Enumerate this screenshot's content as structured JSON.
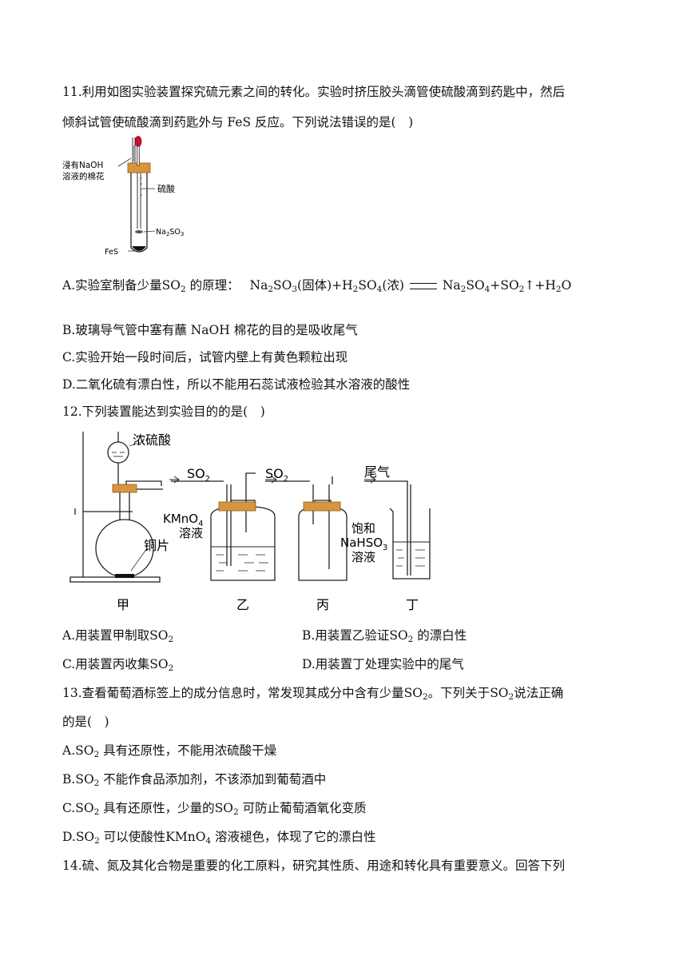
{
  "q11": {
    "stem_l1": "11.利用如图实验装置探究硫元素之间的转化。实验时挤压胶头滴管使硫酸滴到药匙中，然后",
    "stem_l2": "倾斜试管使硫酸滴到药匙外与 FeS 反应。下列说法错误的是(　)",
    "fig": {
      "label_cotton_1": "浸有NaOH",
      "label_cotton_2": "溶液的棉花",
      "label_acid": "硫酸",
      "label_na2so3_main": "Na",
      "label_na2so3_s1": "2",
      "label_na2so3_mid": "SO",
      "label_na2so3_s2": "3",
      "label_fes": "FeS"
    },
    "optA_prefix": "A.实验室制备少量",
    "optA_so": "SO",
    "optA_so_sub": "2",
    "optA_mid": " 的原理：",
    "eq": {
      "na": "Na",
      "s2": "2",
      "so3": "SO",
      "s3": "3",
      "solid": "(固体)+H",
      "h2": "2",
      "so4": "SO",
      "s4": "4",
      "conc": "(浓)",
      "p1": "Na",
      "p1s": "2",
      "p2": "SO",
      "p2s": "4",
      "p3": "+SO",
      "p3s": "2",
      "arrow": "↑",
      "p4": "+H",
      "p4s": "2",
      "p5": "O"
    },
    "optB": "B.玻璃导气管中塞有蘸 NaOH 棉花的目的是吸收尾气",
    "optC": "C.实验开始一段时间后，试管内壁上有黄色颗粒出现",
    "optD": "D.二氧化硫有漂白性，所以不能用石蕊试液检验其水溶液的酸性"
  },
  "q12": {
    "stem": "12.下列装置能达到实验目的的是(　)",
    "fig": {
      "label_conc_acid": "浓硫酸",
      "label_copper": "铜片",
      "label_so2_a": "SO",
      "label_so2_a_sub": "2",
      "label_so2_b": "SO",
      "label_so2_b_sub": "2",
      "label_tail": "尾气",
      "label_kmno4": "KMnO",
      "label_kmno4_sub": "4",
      "label_solution_1": "溶液",
      "label_sat": "饱和",
      "label_nahso3": "NaHSO",
      "label_nahso3_sub": "3",
      "label_solution_2": "溶液",
      "cap_jia": "甲",
      "cap_yi": "乙",
      "cap_bing": "丙",
      "cap_ding": "丁"
    },
    "optA": "A.用装置甲制取",
    "optA_so": "SO",
    "optA_sub": "2",
    "optB": "B.用装置乙验证",
    "optB_so": "SO",
    "optB_sub": "2",
    "optB_tail": " 的漂白性",
    "optC": "C.用装置丙收集",
    "optC_so": "SO",
    "optC_sub": "2",
    "optD": "D.用装置丁处理实验中的尾气"
  },
  "q13": {
    "stem_l1a": "13.查看葡萄酒标签上的成分信息时，常发现其成分中含有少量",
    "stem_so": "SO",
    "stem_sub": "2",
    "stem_l1b": "。下列关于",
    "stem_so2": "SO",
    "stem_sub2": "2",
    "stem_l1c": "说法正确",
    "stem_l2": "的是(　)",
    "optA_p": "A.",
    "optA_so": "SO",
    "optA_sub": "2",
    "optA_t": " 具有还原性，不能用浓硫酸干燥",
    "optB_p": "B.",
    "optB_so": "SO",
    "optB_sub": "2",
    "optB_t": " 不能作食品添加剂，不该添加到葡萄酒中",
    "optC_p": "C.",
    "optC_so": "SO",
    "optC_sub": "2",
    "optC_t1": " 具有还原性，少量的",
    "optC_so2": "SO",
    "optC_sub2": "2",
    "optC_t2": " 可防止葡萄酒氧化变质",
    "optD_p": "D.",
    "optD_so": "SO",
    "optD_sub": "2",
    "optD_t1": " 可以使酸性",
    "optD_k": "KMnO",
    "optD_ksub": "4",
    "optD_t2": " 溶液褪色，体现了它的漂白性"
  },
  "q14": {
    "stem_l1": "14.硫、氮及其化合物是重要的化工原料，研究其性质、用途和转化具有重要意义。回答下列"
  }
}
